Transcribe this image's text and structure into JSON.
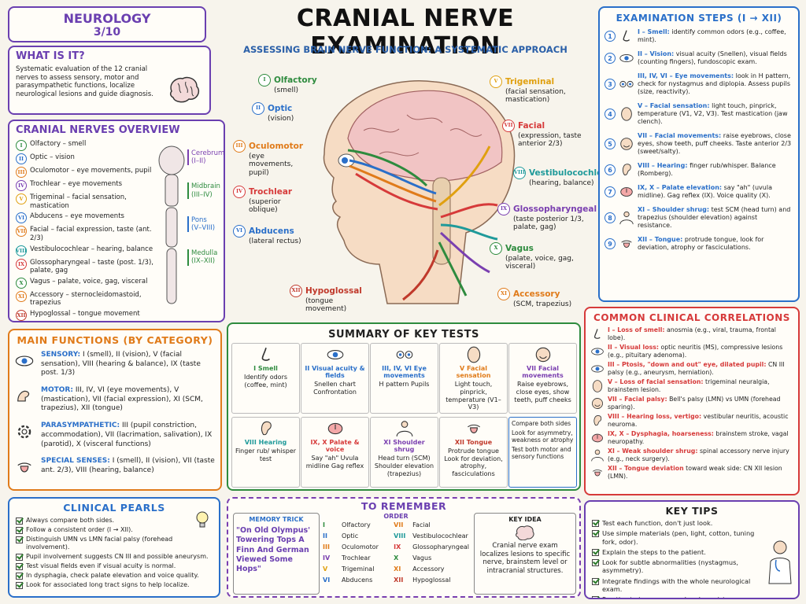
{
  "header": {
    "badge_line1": "NEUROLOGY",
    "badge_line2": "3/10",
    "title": "CRANIAL NERVE EXAMINATION",
    "subtitle": "ASSESSING BRAIN NERVE FUNCTION: A SYSTEMATIC APPROACH"
  },
  "what": {
    "title": "WHAT IS IT?",
    "text": "Systematic evaluation of the 12 cranial nerves to assess sensory, motor and parasympathetic functions, localize neurological lesions and guide diagnosis."
  },
  "overview": {
    "title": "CRANIAL NERVES OVERVIEW",
    "items": [
      {
        "num": "I",
        "text": "Olfactory – smell",
        "color": "#2e8b3e"
      },
      {
        "num": "II",
        "text": "Optic – vision",
        "color": "#2a6fc9"
      },
      {
        "num": "III",
        "text": "Oculomotor – eye movements, pupil",
        "color": "#e07b1a"
      },
      {
        "num": "IV",
        "text": "Trochlear – eye movements",
        "color": "#7a3fb0"
      },
      {
        "num": "V",
        "text": "Trigeminal – facial sensation, mastication",
        "color": "#e0a010"
      },
      {
        "num": "VI",
        "text": "Abducens – eye movements",
        "color": "#2a6fc9"
      },
      {
        "num": "VII",
        "text": "Facial – facial expression, taste (ant. 2/3)",
        "color": "#e07b1a"
      },
      {
        "num": "VIII",
        "text": "Vestibulocochlear – hearing, balance",
        "color": "#1f9a9a"
      },
      {
        "num": "IX",
        "text": "Glossopharyngeal – taste (post. 1/3), palate, gag",
        "color": "#d63a3a"
      },
      {
        "num": "X",
        "text": "Vagus – palate, voice, gag, visceral",
        "color": "#2e8b3e"
      },
      {
        "num": "XI",
        "text": "Accessory – sternocleidomastoid, trapezius",
        "color": "#e07b1a"
      },
      {
        "num": "XII",
        "text": "Hypoglossal – tongue movement",
        "color": "#c0392b"
      }
    ],
    "regions": [
      {
        "name": "Cerebrum",
        "range": "(I–II)",
        "color": "#7a3fb0"
      },
      {
        "name": "Midbrain",
        "range": "(III–IV)",
        "color": "#2e8b3e"
      },
      {
        "name": "Pons",
        "range": "(V–VIII)",
        "color": "#2a6fc9"
      },
      {
        "name": "Medulla",
        "range": "(IX–XII)",
        "color": "#2e8b3e"
      }
    ]
  },
  "functions": {
    "title": "MAIN FUNCTIONS (BY CATEGORY)",
    "items": [
      {
        "head": "SENSORY:",
        "text": "I (smell), II (vision), V (facial sensation), VIII (hearing & balance), IX (taste post. 1/3)",
        "icon": "eye-icon"
      },
      {
        "head": "MOTOR:",
        "text": "III, IV, VI (eye movements), V (mastication), VII (facial expression), XI (SCM, trapezius), XII (tongue)",
        "icon": "muscle-icon"
      },
      {
        "head": "PARASYMPATHETIC:",
        "text": "III (pupil constriction, accommodation), VII (lacrimation, salivation), IX (parotid), X (visceral functions)",
        "icon": "gear-icon"
      },
      {
        "head": "SPECIAL SENSES:",
        "text": "I (smell), II (vision), VII (taste ant. 2/3), VIII (hearing, balance)",
        "icon": "tongue-icon"
      }
    ]
  },
  "pearls": {
    "title": "CLINICAL PEARLS",
    "items": [
      "Always compare both sides.",
      "Follow a consistent order (I → XII).",
      "Distinguish UMN vs LMN facial palsy (forehead involvement).",
      "Pupil involvement suggests CN III and possible aneurysm.",
      "Test visual fields even if visual acuity is normal.",
      "In dysphagia, check palate elevation and voice quality.",
      "Look for associated long tract signs to help localize."
    ]
  },
  "diagram": {
    "labels": [
      {
        "num": "I",
        "name": "Olfactory",
        "desc": "(smell)",
        "color": "#2e8b3e"
      },
      {
        "num": "II",
        "name": "Optic",
        "desc": "(vision)",
        "color": "#2a6fc9"
      },
      {
        "num": "III",
        "name": "Oculomotor",
        "desc": "(eye movements, pupil)",
        "color": "#e07b1a"
      },
      {
        "num": "IV",
        "name": "Trochlear",
        "desc": "(superior oblique)",
        "color": "#d63a3a"
      },
      {
        "num": "VI",
        "name": "Abducens",
        "desc": "(lateral rectus)",
        "color": "#2a6fc9"
      },
      {
        "num": "XII",
        "name": "Hypoglossal",
        "desc": "(tongue movement)",
        "color": "#c0392b"
      },
      {
        "num": "V",
        "name": "Trigeminal",
        "desc": "(facial sensation, mastication)",
        "color": "#e0a010"
      },
      {
        "num": "VII",
        "name": "Facial",
        "desc": "(expression, taste anterior 2/3)",
        "color": "#d63a3a"
      },
      {
        "num": "VIII",
        "name": "Vestibulocochlear",
        "desc": "(hearing, balance)",
        "color": "#1f9a9a"
      },
      {
        "num": "IX",
        "name": "Glossopharyngeal",
        "desc": "(taste posterior 1/3, palate, gag)",
        "color": "#7a3fb0"
      },
      {
        "num": "X",
        "name": "Vagus",
        "desc": "(palate, voice, gag, visceral)",
        "color": "#2e8b3e"
      },
      {
        "num": "XI",
        "name": "Accessory",
        "desc": "(SCM, trapezius)",
        "color": "#e07b1a"
      }
    ]
  },
  "summary": {
    "title": "SUMMARY OF KEY TESTS",
    "tests": [
      {
        "name": "I Smell",
        "desc": "Identify odors (coffee, mint)",
        "color": "#2e8b3e",
        "icon": "nose-icon"
      },
      {
        "name": "II Visual acuity & fields",
        "desc": "Snellen chart Confrontation",
        "color": "#2a6fc9",
        "icon": "eye-icon"
      },
      {
        "name": "III, IV, VI Eye movements",
        "desc": "H pattern Pupils",
        "color": "#2a6fc9",
        "icon": "eyes-icon"
      },
      {
        "name": "V Facial sensation",
        "desc": "Light touch, pinprick, temperature (V1–V3)",
        "color": "#e07b1a",
        "icon": "face-icon"
      },
      {
        "name": "VII Facial movements",
        "desc": "Raise eyebrows, close eyes, show teeth, puff cheeks",
        "color": "#7a3fb0",
        "icon": "smile-icon"
      },
      {
        "name": "VIII Hearing",
        "desc": "Finger rub/ whisper test",
        "color": "#1f9a9a",
        "icon": "ear-icon"
      },
      {
        "name": "IX, X Palate & voice",
        "desc": "Say \"ah\" Uvula midline Gag reflex",
        "color": "#d63a3a",
        "icon": "mouth-icon"
      },
      {
        "name": "XI Shoulder shrug",
        "desc": "Head turn (SCM) Shoulder elevation (trapezius)",
        "color": "#7a3fb0",
        "icon": "shoulder-icon"
      },
      {
        "name": "XII Tongue",
        "desc": "Protrude tongue Look for deviation, atrophy, fasciculations",
        "color": "#c0392b",
        "icon": "tongue-icon"
      }
    ],
    "bullets": [
      "Compare both sides",
      "Look for asymmetry, weakness or atrophy",
      "Test both motor and sensory functions"
    ]
  },
  "remember": {
    "title": "TO REMEMBER",
    "memory_title": "MEMORY TRICK",
    "mnemonic": "\"On Old Olympus' Towering Tops A Finn And German Viewed Some Hops\"",
    "order_title": "ORDER",
    "order": [
      {
        "n": "I",
        "t": "Olfactory"
      },
      {
        "n": "II",
        "t": "Optic"
      },
      {
        "n": "III",
        "t": "Oculomotor"
      },
      {
        "n": "IV",
        "t": "Trochlear"
      },
      {
        "n": "V",
        "t": "Trigeminal"
      },
      {
        "n": "VI",
        "t": "Abducens"
      },
      {
        "n": "VII",
        "t": "Facial"
      },
      {
        "n": "VIII",
        "t": "Vestibulocochlear"
      },
      {
        "n": "IX",
        "t": "Glossopharyngeal"
      },
      {
        "n": "X",
        "t": "Vagus"
      },
      {
        "n": "XI",
        "t": "Accessory"
      },
      {
        "n": "XII",
        "t": "Hypoglossal"
      }
    ],
    "key_title": "KEY IDEA",
    "key_text": "Cranial nerve exam localizes lesions to specific nerve, brainstem level or intracranial structures."
  },
  "steps": {
    "title": "EXAMINATION STEPS (I → XII)",
    "items": [
      {
        "head": "I – Smell:",
        "text": "identify common odors (e.g., coffee, mint)."
      },
      {
        "head": "II – Vision:",
        "text": "visual acuity (Snellen), visual fields (counting fingers), fundoscopic exam."
      },
      {
        "head": "III, IV, VI – Eye movements:",
        "text": "look in H pattern, check for nystagmus and diplopia. Assess pupils (size, reactivity)."
      },
      {
        "head": "V – Facial sensation:",
        "text": "light touch, pinprick, temperature (V1, V2, V3). Test mastication (jaw clench)."
      },
      {
        "head": "VII – Facial movements:",
        "text": "raise eyebrows, close eyes, show teeth, puff cheeks. Taste anterior 2/3 (sweet/salty)."
      },
      {
        "head": "VIII – Hearing:",
        "text": "finger rub/whisper. Balance (Romberg)."
      },
      {
        "head": "IX, X – Palate elevation:",
        "text": "say \"ah\" (uvula midline). Gag reflex (IX). Voice quality (X)."
      },
      {
        "head": "XI – Shoulder shrug:",
        "text": "test SCM (head turn) and trapezius (shoulder elevation) against resistance."
      },
      {
        "head": "XII – Tongue:",
        "text": "protrude tongue, look for deviation, atrophy or fasciculations."
      }
    ]
  },
  "correlations": {
    "title": "COMMON CLINICAL CORRELATIONS",
    "items": [
      {
        "head": "I – Loss of smell:",
        "text": "anosmia (e.g., viral, trauma, frontal lobe)."
      },
      {
        "head": "II – Visual loss:",
        "text": "optic neuritis (MS), compressive lesions (e.g., pituitary adenoma)."
      },
      {
        "head": "III – Ptosis, \"down and out\" eye, dilated pupil:",
        "text": "CN III palsy (e.g., aneurysm, herniation)."
      },
      {
        "head": "V – Loss of facial sensation:",
        "text": "trigeminal neuralgia, brainstem lesion."
      },
      {
        "head": "VII – Facial palsy:",
        "text": "Bell's palsy (LMN) vs UMN (forehead sparing)."
      },
      {
        "head": "VIII – Hearing loss, vertigo:",
        "text": "vestibular neuritis, acoustic neuroma."
      },
      {
        "head": "IX, X – Dysphagia, hoarseness:",
        "text": "brainstem stroke, vagal neuropathy."
      },
      {
        "head": "XI – Weak shoulder shrug:",
        "text": "spinal accessory nerve injury (e.g., neck surgery)."
      },
      {
        "head": "XII – Tongue deviation",
        "text": "toward weak side: CN XII lesion (LMN)."
      }
    ]
  },
  "tips": {
    "title": "KEY TIPS",
    "items": [
      "Test each function, don't just look.",
      "Use simple materials (pen, light, cotton, tuning fork, odor).",
      "Explain the steps to the patient.",
      "Look for subtle abnormalities (nystagmus, asymmetry).",
      "Integrate findings with the whole neurological exam.",
      "Practice to improve speed and consistency."
    ]
  },
  "colors": {
    "purple": "#6a3fb0",
    "blue": "#2a6fc9",
    "orange": "#e07b1a",
    "red": "#d63a3a",
    "green": "#2e8b3e"
  }
}
